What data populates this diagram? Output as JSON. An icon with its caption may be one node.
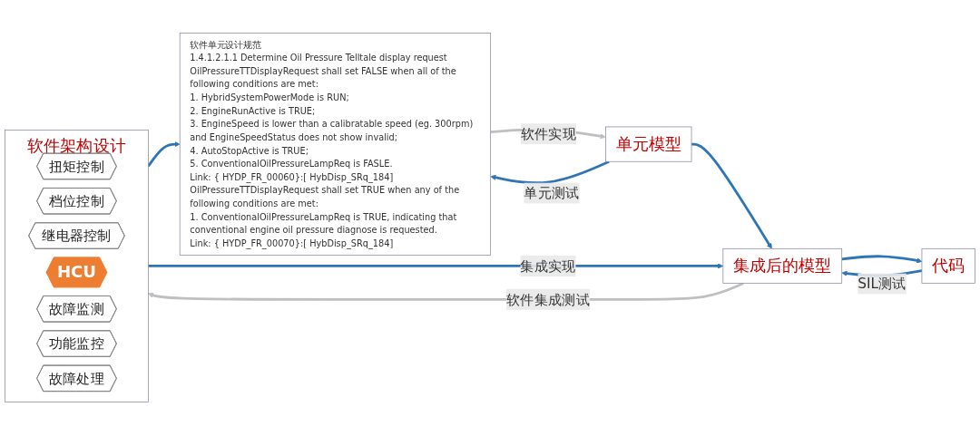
{
  "diagram": {
    "nodes": [
      {
        "text": [
          "软件架构设计"
        ]
      },
      {
        "text": [
          "扭矩控制"
        ],
        "in": 0
      },
      {
        "text": [
          "档位控制"
        ],
        "in": 0
      },
      {
        "text": [
          "继电器控制"
        ],
        "in": 0
      },
      {
        "text": [
          "HCU"
        ],
        "in": 0
      },
      {
        "text": [
          "故障监测"
        ],
        "in": 0
      },
      {
        "text": [
          "功能监控"
        ],
        "in": 0
      },
      {
        "text": [
          "故障处理"
        ],
        "in": 0
      },
      {
        "text": [
          "集成后的模型"
        ]
      },
      {
        "text": [
          "代码"
        ]
      },
      {
        "text": [
          "软件单元设计规范",
          "1.4.1.2.1.1 Determine Oil Pressure Telltale display request",
          "OilPressureTTDisplayRequest shall set FALSE when all of the following conditions are met:",
          "1. HybridSystemPowerMode is RUN;",
          "2. EngineRunActive is TRUE;",
          "3. EngineSpeed is lower than a calibratable speed (eg. 300rpm) and EngineSpeedStatus does not show invalid;",
          "4. AutoStopActive is TRUE;",
          "5. ConventionalOilPressureLampReq is FASLE.",
          "Link: { HYDP_FR_00060}:[ HybDisp_SRq_184]",
          "OilPressureTTDisplayRequest shall set TRUE when any of the following conditions are met:",
          "1. ConventionalOilPressureLampReq is TRUE, indicating that conventional engine oil pressure diagnose is requested.",
          "Link: { HYDP_FR_00070}:[ HybDisp_SRq_184]"
        ]
      },
      {
        "text": [
          "单元模型"
        ]
      }
    ],
    "edges": [
      {
        "from": 0,
        "to": 10,
        "arrow": "to"
      },
      {
        "from": 8,
        "to": 0,
        "arrow": "to",
        "label": "软件集成测试",
        "color": "#bfbfbf"
      },
      {
        "from": 0,
        "to": 8,
        "arrow": "to",
        "label": "集成实现"
      },
      {
        "from": 11,
        "to": 8,
        "arrow": "to"
      },
      {
        "from": 11,
        "to": 10,
        "arrow": "to",
        "label": "单元测试"
      },
      {
        "from": 10,
        "to": 11,
        "arrow": "to",
        "label": "软件实现",
        "color": "#bfbfbf"
      },
      {
        "from": 8,
        "to": 9,
        "arrow": "to"
      },
      {
        "from": 9,
        "to": 8,
        "arrow": "to",
        "label": "SIL测试"
      }
    ]
  }
}
